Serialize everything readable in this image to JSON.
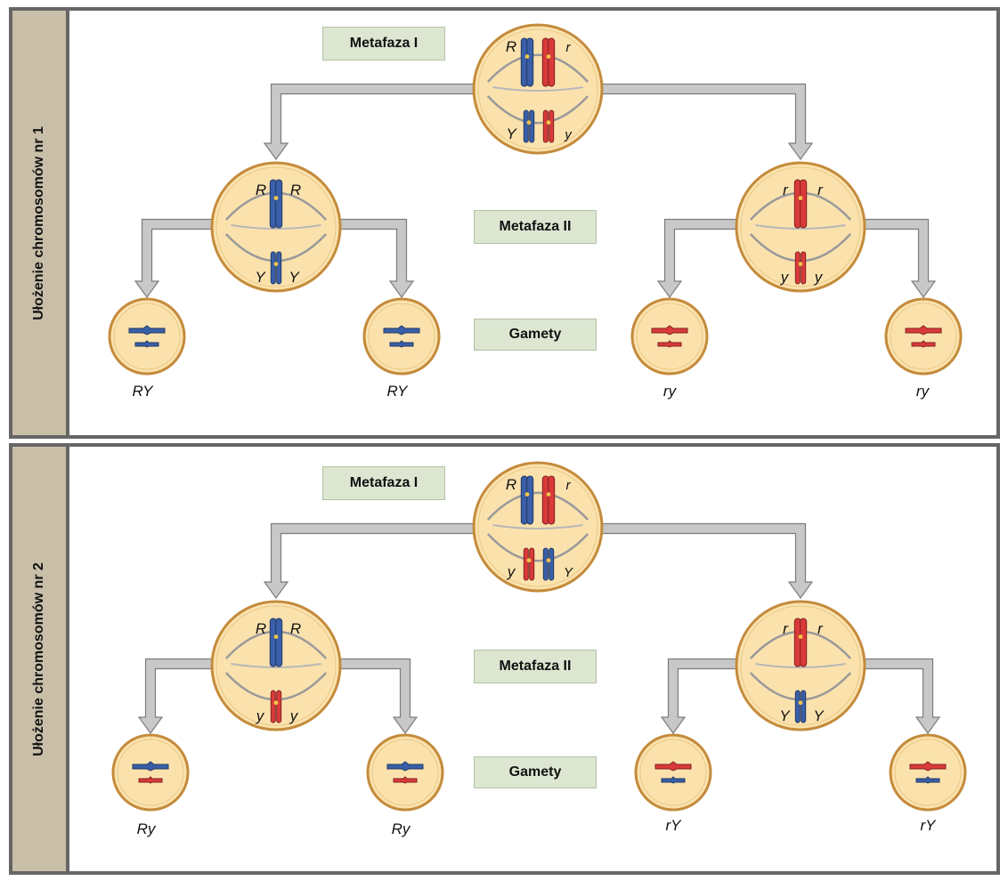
{
  "colors": {
    "allele_R": "#3a5fa8",
    "allele_r": "#d93a3a",
    "cell_fill": "#fbe2ad",
    "cell_border": "#c48b3c",
    "arrow": "#c8c8c8",
    "tag_bg": "#dce6d1",
    "side_bg": "#c9bfa9"
  },
  "panels": [
    {
      "side_label": "Ułożenie chromosomów nr 1",
      "tags": {
        "metaphase1": "Metafaza  I",
        "metaphase2": "Metafaza  II",
        "gametes": "Gamety"
      },
      "top_cell": {
        "left_labels": [
          "R",
          "Y"
        ],
        "right_labels": [
          "r",
          "y"
        ],
        "big_colors": [
          "R",
          "r"
        ],
        "small_colors": [
          "R",
          "r"
        ]
      },
      "left_cell": {
        "top_labels": [
          "R",
          "R"
        ],
        "bottom_labels": [
          "Y",
          "Y"
        ],
        "big": "R",
        "small": "R"
      },
      "right_cell": {
        "top_labels": [
          "r",
          "r"
        ],
        "bottom_labels": [
          "y",
          "y"
        ],
        "big": "r",
        "small": "r"
      },
      "gametes": [
        {
          "label": "RY",
          "big": "R",
          "small": "R"
        },
        {
          "label": "RY",
          "big": "R",
          "small": "R"
        },
        {
          "label": "ry",
          "big": "r",
          "small": "r"
        },
        {
          "label": "ry",
          "big": "r",
          "small": "r"
        }
      ]
    },
    {
      "side_label": "Ułożenie chromosomów nr 2",
      "tags": {
        "metaphase1": "Metafaza  I",
        "metaphase2": "Metafaza  II",
        "gametes": "Gamety"
      },
      "top_cell": {
        "left_labels": [
          "R",
          "y"
        ],
        "right_labels": [
          "r",
          "Y"
        ],
        "big_colors": [
          "R",
          "r"
        ],
        "small_colors": [
          "r",
          "R"
        ]
      },
      "left_cell": {
        "top_labels": [
          "R",
          "R"
        ],
        "bottom_labels": [
          "y",
          "y"
        ],
        "big": "R",
        "small": "r"
      },
      "right_cell": {
        "top_labels": [
          "r",
          "r"
        ],
        "bottom_labels": [
          "Y",
          "Y"
        ],
        "big": "r",
        "small": "R"
      },
      "gametes": [
        {
          "label": "Ry",
          "big": "R",
          "small": "r"
        },
        {
          "label": "Ry",
          "big": "R",
          "small": "r"
        },
        {
          "label": "rY",
          "big": "r",
          "small": "R"
        },
        {
          "label": "rY",
          "big": "r",
          "small": "R"
        }
      ]
    }
  ]
}
